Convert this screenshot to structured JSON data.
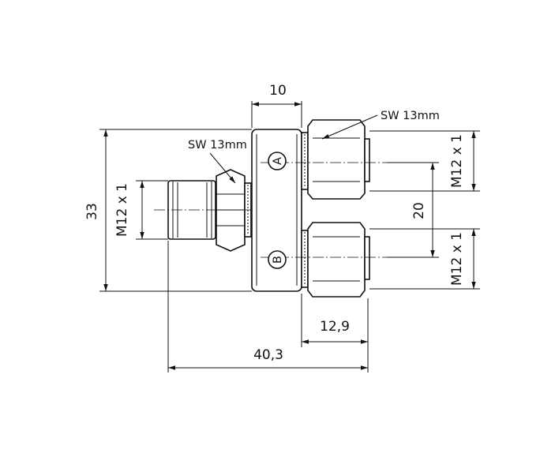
{
  "dimensions": {
    "width_10": "10",
    "height_33": "33",
    "pitch_20": "20",
    "depth_12_9": "12,9",
    "length_40_3": "40,3"
  },
  "threads": {
    "left": "M12 x 1",
    "right_top": "M12 x 1",
    "right_bottom": "M12 x 1"
  },
  "wrench": {
    "left": "SW 13mm",
    "right": "SW 13mm"
  },
  "ports": {
    "a": "A",
    "b": "B"
  }
}
